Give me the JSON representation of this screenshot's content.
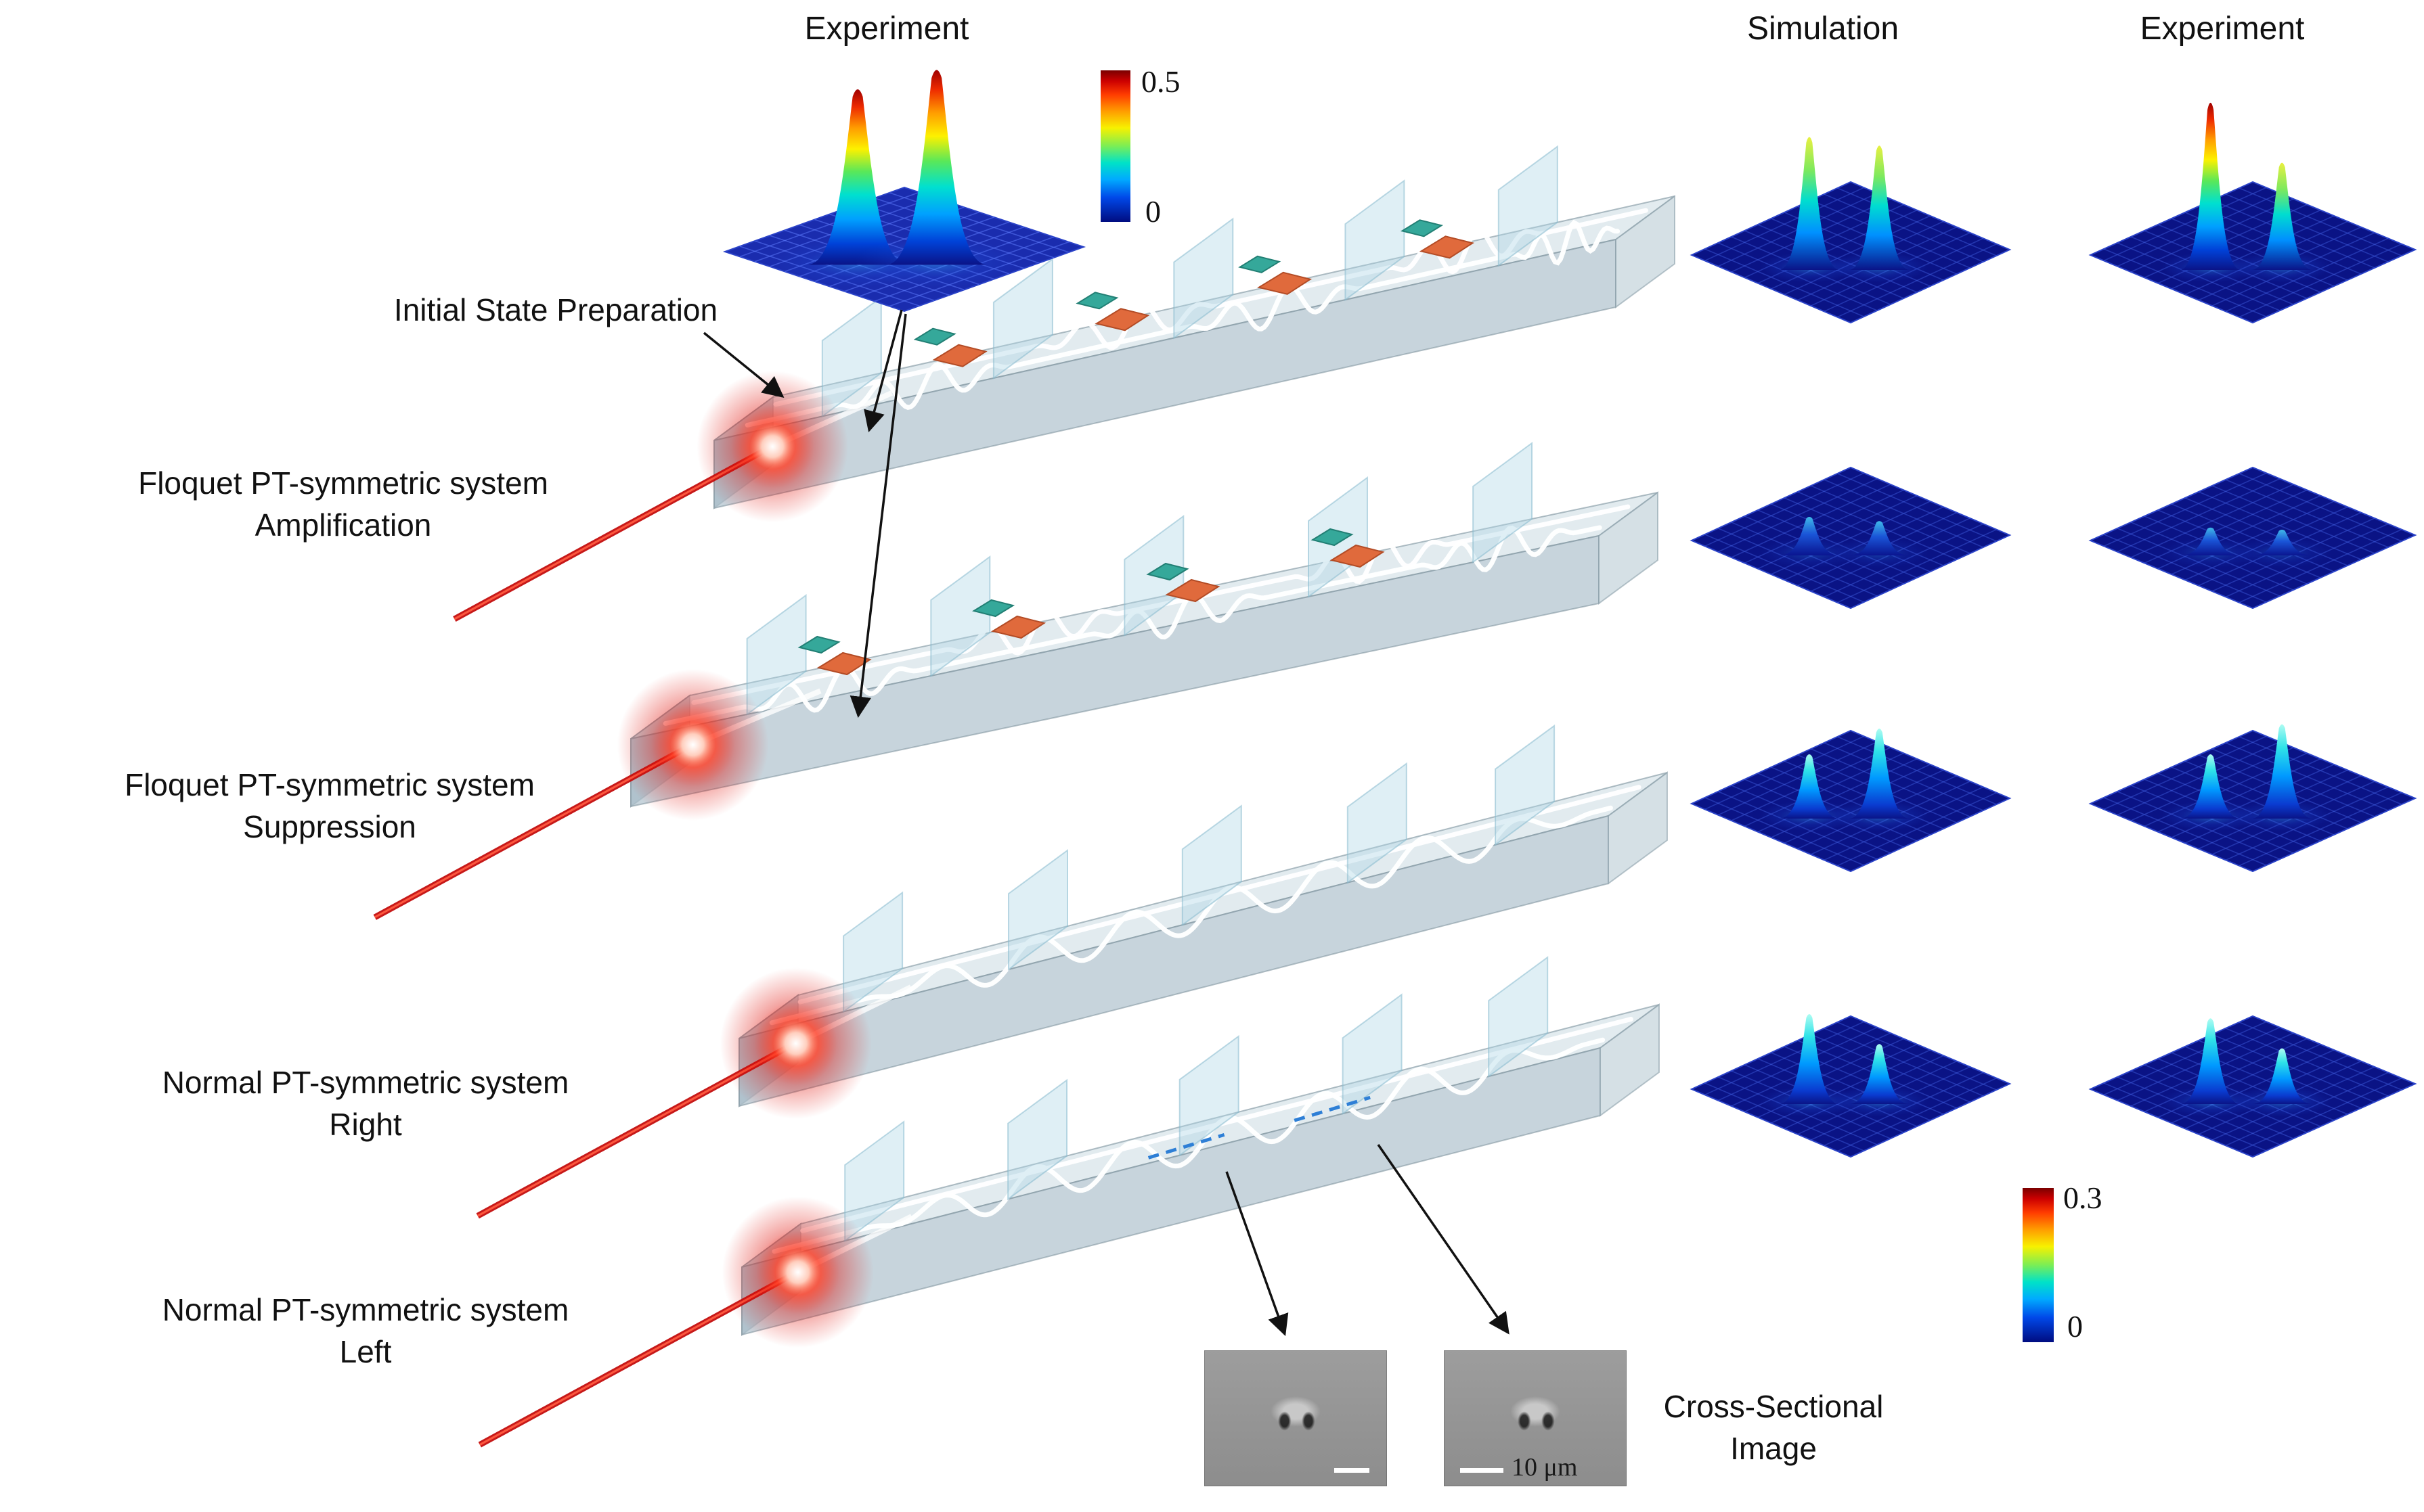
{
  "headers": {
    "experiment_top": "Experiment",
    "simulation": "Simulation",
    "experiment_right": "Experiment"
  },
  "colorbar_top": {
    "max": "0.5",
    "min": "0"
  },
  "colorbar_bottom": {
    "max": "0.3",
    "min": "0"
  },
  "annotations": {
    "initial_state": "Initial State Preparation",
    "cross_section_line1": "Cross-Sectional",
    "cross_section_line2": "Image",
    "scale_bar": "10 μm"
  },
  "row_labels": [
    {
      "line1": "Floquet PT-symmetric system",
      "line2": "Amplification"
    },
    {
      "line1": "Floquet PT-symmetric system",
      "line2": "Suppression"
    },
    {
      "line1": "Normal PT-symmetric system",
      "line2": "Right"
    },
    {
      "line1": "Normal PT-symmetric system",
      "line2": "Left"
    }
  ],
  "chart_data": {
    "type": "3d-surface-set",
    "colormap": "jet",
    "columns": [
      "Simulation",
      "Experiment"
    ],
    "initial_state_plot": {
      "title": "Experiment",
      "peaks_norm_intensity": [
        0.9,
        1.0
      ],
      "colorbar_max": 0.5,
      "colorbar_min": 0,
      "description": "two tall equal peaks of the prepared initial state"
    },
    "colorbar_output": {
      "max": 0.3,
      "min": 0
    },
    "rows": [
      {
        "system": "Floquet PT-symmetric system Amplification",
        "simulation_peaks": [
          0.62,
          0.58
        ],
        "experiment_peaks": [
          0.78,
          0.5
        ]
      },
      {
        "system": "Floquet PT-symmetric system Suppression",
        "simulation_peaks": [
          0.18,
          0.16
        ],
        "experiment_peaks": [
          0.13,
          0.12
        ]
      },
      {
        "system": "Normal PT-symmetric system Right",
        "simulation_peaks": [
          0.3,
          0.42
        ],
        "experiment_peaks": [
          0.3,
          0.44
        ]
      },
      {
        "system": "Normal PT-symmetric system Left",
        "simulation_peaks": [
          0.42,
          0.28
        ],
        "experiment_peaks": [
          0.4,
          0.26
        ]
      }
    ]
  }
}
